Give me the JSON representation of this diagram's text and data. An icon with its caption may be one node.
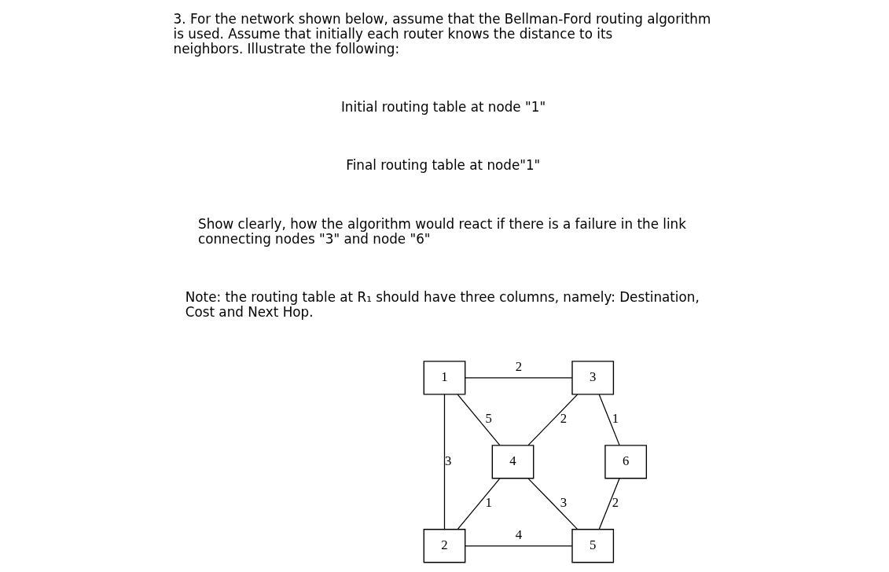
{
  "diagram": {
    "nodes": [
      {
        "text": [
          "1"
        ]
      },
      {
        "text": [
          "3"
        ]
      },
      {
        "text": [
          "4"
        ]
      },
      {
        "text": [
          "6"
        ]
      },
      {
        "text": [
          "2"
        ]
      },
      {
        "text": [
          "5"
        ]
      }
    ],
    "edges": [
      {
        "from": 0,
        "to": 1,
        "arrow": "none",
        "label": "2"
      },
      {
        "from": 0,
        "to": 2,
        "arrow": "none",
        "label": "5"
      },
      {
        "from": 0,
        "to": 4,
        "arrow": "none",
        "label": "3"
      },
      {
        "from": 2,
        "to": 1,
        "arrow": "none",
        "label": "2"
      },
      {
        "from": 1,
        "to": 3,
        "arrow": "none",
        "label": "1"
      },
      {
        "from": 4,
        "to": 2,
        "arrow": "none",
        "label": "1"
      },
      {
        "from": 2,
        "to": 5,
        "arrow": "none",
        "label": "3"
      },
      {
        "from": 3,
        "to": 5,
        "arrow": "none",
        "label": "2"
      },
      {
        "from": 4,
        "to": 5,
        "arrow": "none",
        "label": "4"
      }
    ],
    "labels": [
      "3. For the network shown below, assume that the Bellman-Ford routing algorithm is used. Assume that initially each router knows the distance to its neighbors. Illustrate the following:",
      "Initial routing table at node \"1\"",
      "Final routing table at node\"1\"",
      "Show clearly, how the algorithm would react if there is a failure in the link connecting nodes \"3\" and node \"6\"",
      "Note: the routing table at R₁ should have three columns, namely: Destination, Cost and Next Hop."
    ]
  }
}
